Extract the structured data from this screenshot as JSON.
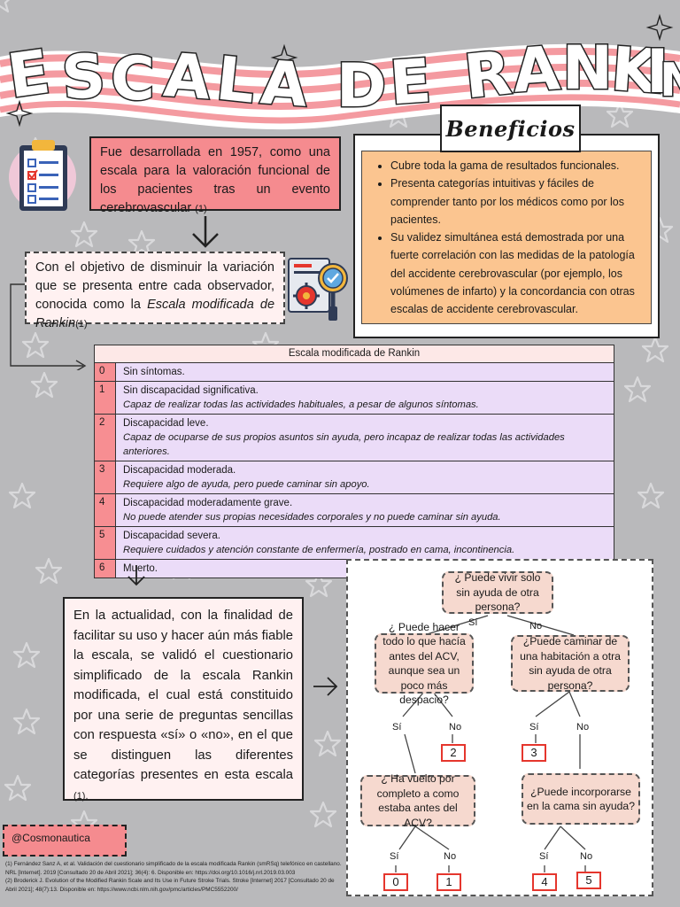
{
  "title": "ESCALA DE RANKIN",
  "intro": {
    "text": "Fue desarrollada en 1957, como una escala para la valoración funcional de los pacientes tras un evento cerebrovascular",
    "ref": "(1)"
  },
  "objective": {
    "text": "Con el objetivo de disminuir la variación que se presenta entre cada observador, conocida como la",
    "emph": "Escala modificada de Rankin",
    "ref": "(1)"
  },
  "benefits": {
    "title": "Beneficios",
    "items": [
      "Cubre toda la gama de resultados funcionales.",
      "Presenta categorías intuitivas y fáciles de comprender tanto por los médicos como por los pacientes.",
      "Su validez simultánea está demostrada por una fuerte correlación con las medidas de la patología del accidente cerebrovascular (por ejemplo, los volúmenes de infarto) y la concordancia con otras escalas de accidente cerebrovascular."
    ]
  },
  "table": {
    "header": "Escala modificada de Rankin",
    "rows": [
      {
        "n": "0",
        "main": "Sin síntomas.",
        "sub": ""
      },
      {
        "n": "1",
        "main": "Sin discapacidad significativa.",
        "sub": "Capaz de realizar todas las actividades habituales, a pesar de algunos síntomas."
      },
      {
        "n": "2",
        "main": "Discapacidad leve.",
        "sub": "Capaz de ocuparse de sus propios asuntos sin ayuda, pero incapaz de realizar todas las actividades anteriores."
      },
      {
        "n": "3",
        "main": "Discapacidad moderada.",
        "sub": "Requiere algo de ayuda, pero puede caminar sin apoyo."
      },
      {
        "n": "4",
        "main": "Discapacidad moderadamente grave.",
        "sub": "No puede atender sus propias necesidades corporales y no puede caminar sin ayuda."
      },
      {
        "n": "5",
        "main": "Discapacidad severa.",
        "sub": "Requiere cuidados y atención constante de enfermería, postrado en cama, incontinencia."
      },
      {
        "n": "6",
        "main": "Muerto.",
        "sub": ""
      }
    ]
  },
  "actual": {
    "text": "En la actualidad, con la finalidad de facilitar su uso y hacer aún más fiable la escala, se validó el cuestionario simplificado de la escala Rankin modificada, el cual está constituido por una serie de preguntas sencillas con respuesta «sí» o «no», en el que se distinguen las diferentes categorías presentes en esta escala",
    "ref": "(1)."
  },
  "flow": {
    "q1": "¿ Puede vivir solo sin ayuda de otra persona?",
    "q2": "¿ Puede hacer todo lo que hacía antes del ACV, aunque sea un poco más despacio?",
    "q3": "¿Puede caminar de una habitación a otra sin ayuda de otra persona?",
    "q4": "¿ Ha vuelto por completo a como estaba antes del ACV?",
    "q5": "¿Puede incorporarse en la cama sin ayuda?",
    "yes": "Sí",
    "no": "No",
    "outcomes": [
      "0",
      "1",
      "2",
      "3",
      "4",
      "5"
    ]
  },
  "handle": "@Cosmonautica",
  "refs": [
    "(1) Fernández Sanz A, et al. Validación del cuestionario simplificado de la escala modificada Rankin (smRSq) telefónico en castellano. NRL [Internet]. 2019 [Consultado 20 de Abril 2021]; 36(4): 6. Disponible en: https://doi.org/10.1016/j.nrl.2019.03.003",
    "(2) Broderick J. Evolution of the Modified Rankin Scale and Its Use in Future Stroke Trials. Stroke [Internet] 2017 [Consultado 20 de Abril 2021]; 48(7):13. Disponible en: https://www.ncbi.nlm.nih.gov/pmc/articles/PMC5552200/"
  ],
  "colors": {
    "background": "#b9b9bb",
    "pink": "#f58b8f",
    "orange": "#fbc590",
    "lavender": "#ebdcf8",
    "node": "#f6d9cf",
    "outcome_border": "#e5362d"
  }
}
